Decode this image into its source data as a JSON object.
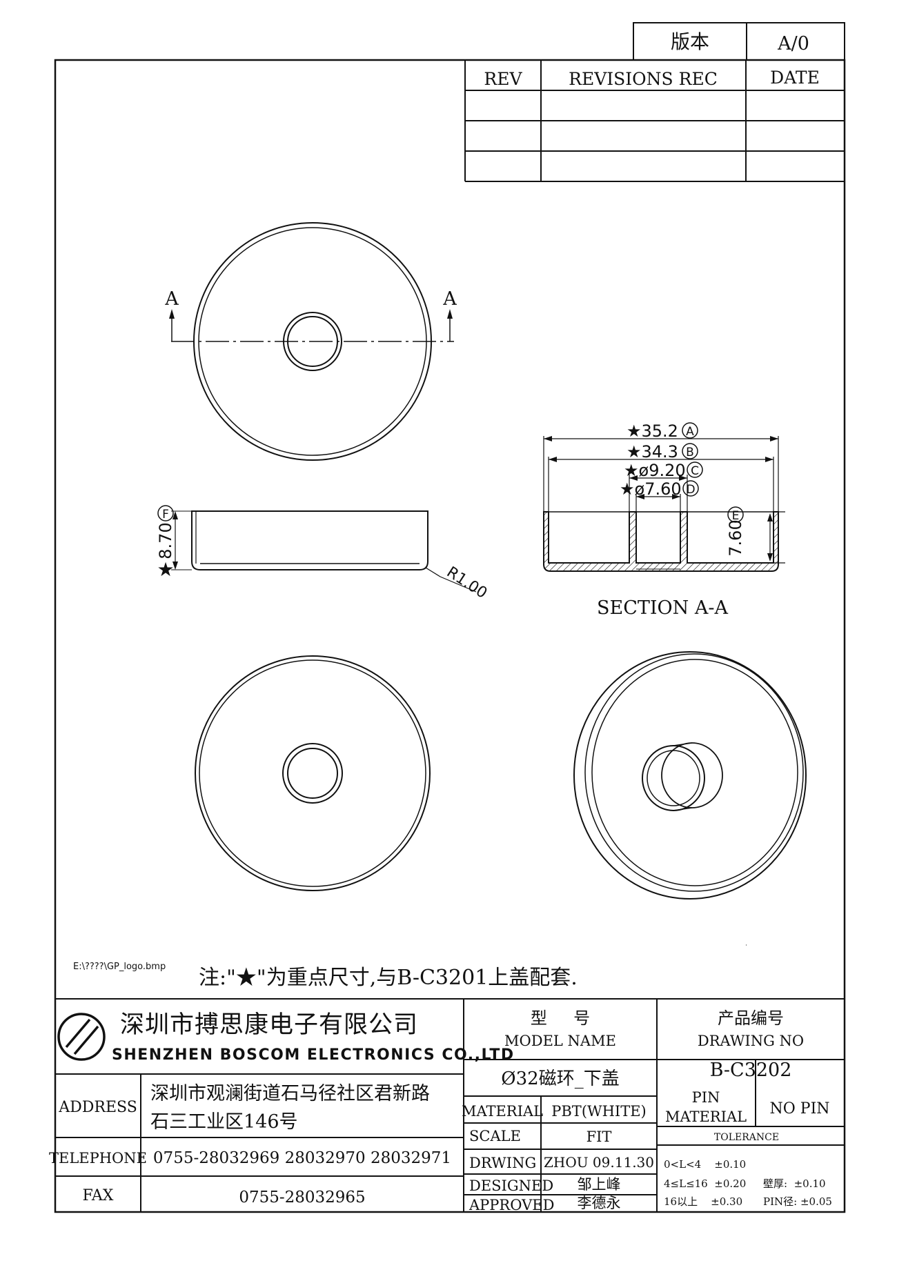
{
  "version_box": {
    "label": "版本",
    "value": "A/0"
  },
  "revision_table": {
    "headers": [
      "REV",
      "REVISIONS REC",
      "DATE"
    ],
    "rows": [
      [
        "",
        "",
        ""
      ],
      [
        "",
        "",
        ""
      ],
      [
        "",
        "",
        ""
      ]
    ]
  },
  "drawing": {
    "section_marker": "A",
    "dims": {
      "d1": "★35.2",
      "d1_tag": "A",
      "d2": "★34.3",
      "d2_tag": "B",
      "d3": "★ø9.20",
      "d3_tag": "C",
      "d4": "★ø7.60",
      "d4_tag": "D",
      "inner_height": "7.60",
      "inner_height_tag": "E",
      "height": "8.70",
      "height_tag": "F",
      "height_star": "★",
      "radius": "R1.00"
    },
    "section_label": "SECTION A-A"
  },
  "logo_path": "E:\\????\\GP_logo.bmp",
  "note": "注:\"★\"为重点尺寸,与B-C3201上盖配套.",
  "title_block": {
    "company_cn": "深圳市搏思康电子有限公司",
    "company_en": "SHENZHEN BOSCOM ELECTRONICS CO.,LTD",
    "address_label": "ADDRESS",
    "address_line1": "深圳市观澜街道石马径社区君新路",
    "address_line2": "石三工业区146号",
    "telephone_label": "TELEPHONE",
    "telephone": "0755-28032969 28032970 28032971",
    "fax_label": "FAX",
    "fax": "0755-28032965",
    "model_name_cn": "型     号",
    "model_name_label": "MODEL NAME",
    "model_name": "Ø32磁环_下盖",
    "drawing_no_cn": "产品编号",
    "drawing_no_label": "DRAWING NO",
    "drawing_no": "B-C3202",
    "material_label": "MATERIAL",
    "material": "PBT(WHITE)",
    "scale_label": "SCALE",
    "scale": "FIT",
    "drawing_label": "DRWING",
    "drawing_by": "ZHOU 09.11.30",
    "designed_label": "DESIGNED",
    "designed_by": "邹上峰",
    "approved_label": "APPROVED",
    "approved_by": "李德永",
    "pin_label": "PIN",
    "pin_material_label": "MATERIAL",
    "pin_value": "NO PIN",
    "tolerance_label": "TOLERANCE",
    "tol_row1": "0<L<4    ±0.10",
    "tol_row2a": "4≤L≤16  ±0.20",
    "tol_row2b": "壁厚:  ±0.10",
    "tol_row3a": "16以上    ±0.30",
    "tol_row3b": "PIN径: ±0.05"
  }
}
